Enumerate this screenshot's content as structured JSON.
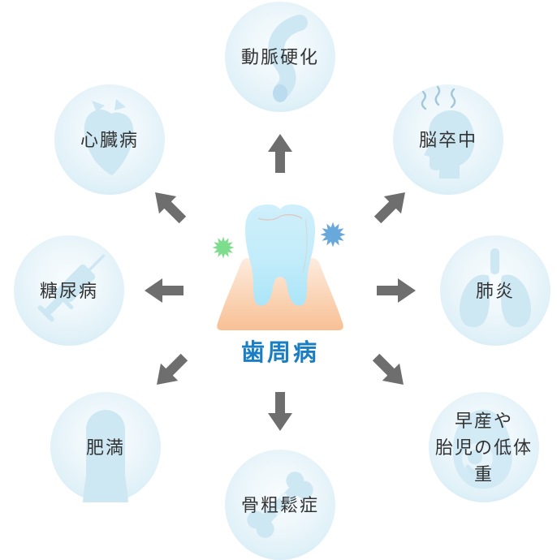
{
  "center": {
    "label": "歯周病",
    "illustration": "tooth-on-gum-with-germs",
    "germ_icons": [
      "germ-green-icon",
      "germ-blue-icon"
    ]
  },
  "bubbles": [
    {
      "label": "動脈硬化",
      "icon": "artery-icon",
      "position": "top"
    },
    {
      "label": "脳卒中",
      "icon": "head-icon",
      "position": "top-right"
    },
    {
      "label": "肺炎",
      "icon": "lungs-icon",
      "position": "right"
    },
    {
      "label": "早産や\n胎児の低体重",
      "icon": "fetus-icon",
      "position": "bottom-right"
    },
    {
      "label": "骨粗鬆症",
      "icon": "bone-icon",
      "position": "bottom"
    },
    {
      "label": "肥満",
      "icon": "body-icon",
      "position": "bottom-left"
    },
    {
      "label": "糖尿病",
      "icon": "syringe-icon",
      "position": "left"
    },
    {
      "label": "心臓病",
      "icon": "heart-icon",
      "position": "top-left"
    }
  ],
  "arrows": {
    "count": 8,
    "directions": [
      "up",
      "up-right",
      "right",
      "down-right",
      "down",
      "down-left",
      "left",
      "up-left"
    ]
  },
  "colors": {
    "page_bg": "#ffffff",
    "arrow": "#6e6e6e",
    "label_text": "#333333",
    "center_label": "#1a7ec3",
    "bubble_center": "#f8fcfe",
    "bubble_edge": "#cfe9f5",
    "watermark": "#cde7f3",
    "germ_green": "#7edd8d",
    "germ_blue": "#68a8db",
    "tooth_light": "#cfeffb",
    "tooth_deep": "#abe5f8",
    "gum_light": "#fdecdf",
    "gum_deep": "#f8c094"
  }
}
